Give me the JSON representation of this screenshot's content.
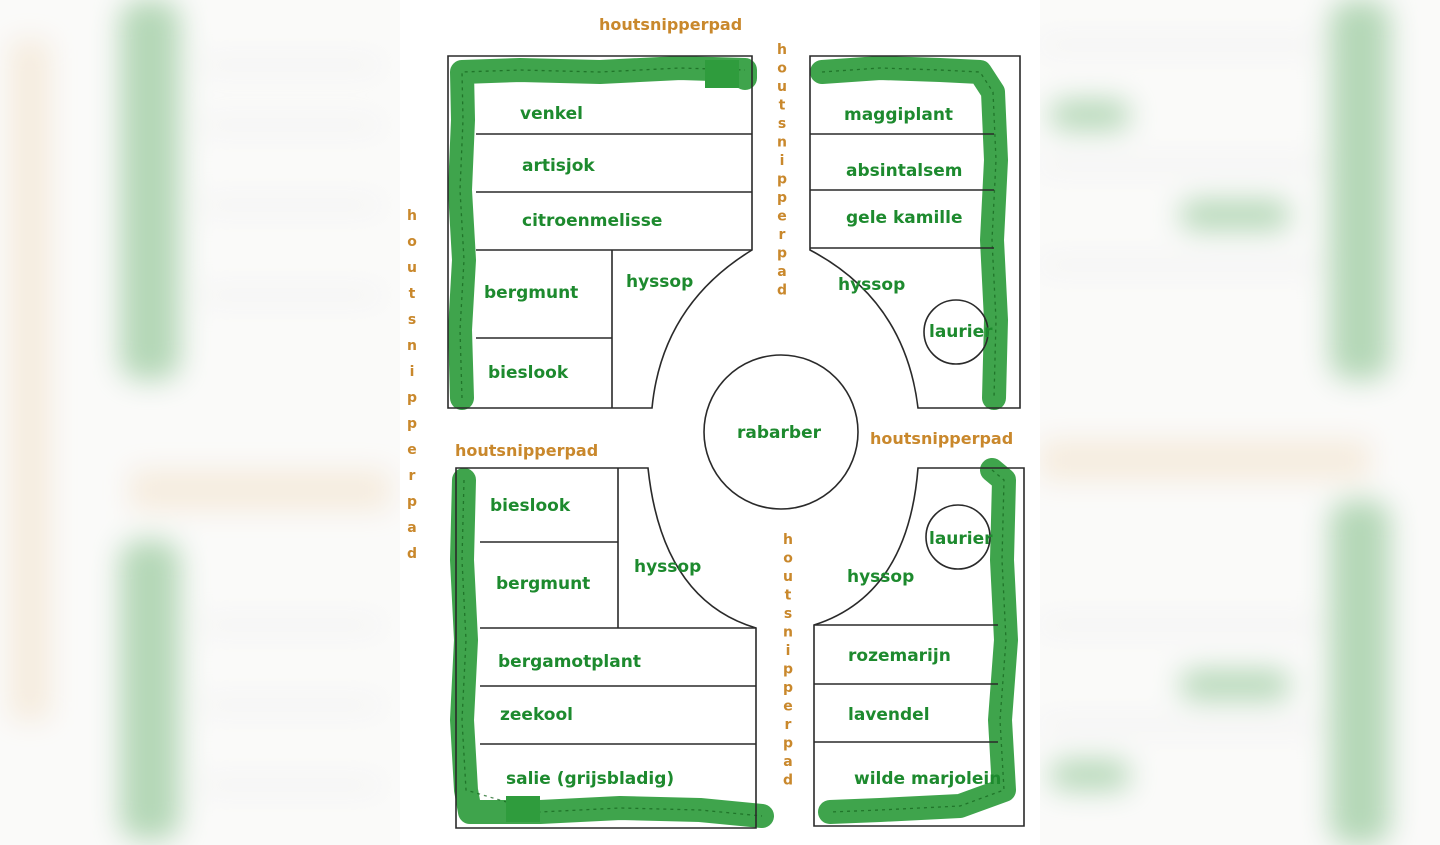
{
  "path_label": "houtsnipperpad",
  "center": {
    "label": "rabarber"
  },
  "beds": {
    "top_left": [
      "venkel",
      "artisjok",
      "citroenmelisse",
      "bergmunt",
      "hyssop",
      "bieslook"
    ],
    "top_right": [
      "maggiplant",
      "absintalsem",
      "gele kamille",
      "hyssop",
      "laurier"
    ],
    "bottom_left": [
      "bieslook",
      "bergmunt",
      "hyssop",
      "bergamotplant",
      "zeekool",
      "salie (grijsbladig)"
    ],
    "bottom_right": [
      "laurier",
      "hyssop",
      "rozemarijn",
      "lavendel",
      "wilde marjolein"
    ]
  },
  "colors": {
    "hedge": "#2f9c3d",
    "plant_text": "#1d8a2e",
    "path_text": "#c9882c"
  }
}
